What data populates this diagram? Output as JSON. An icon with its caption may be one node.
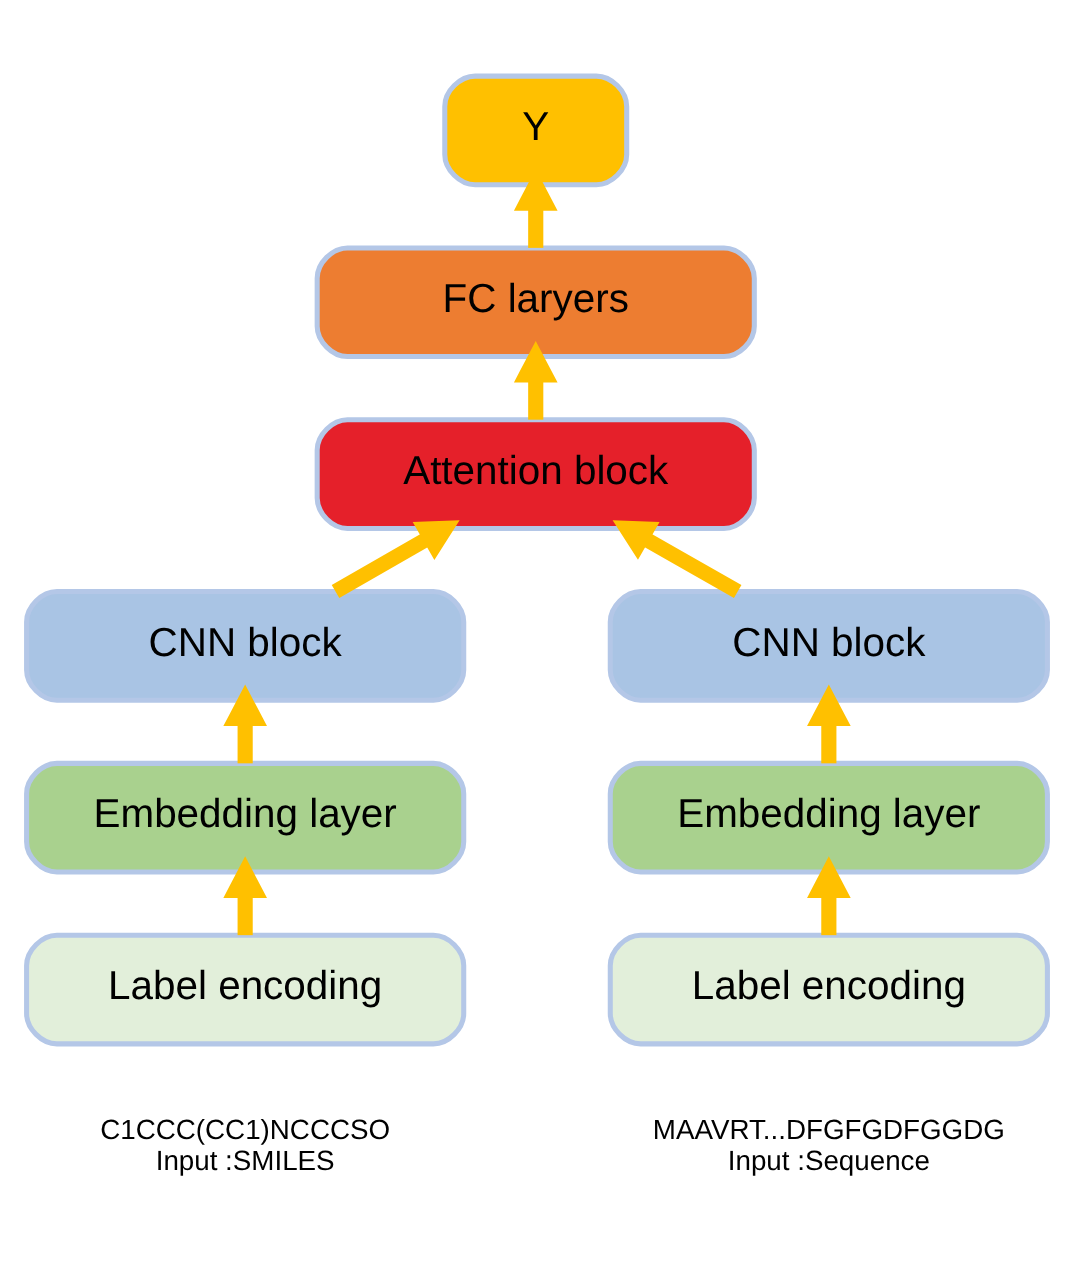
{
  "diagram": {
    "nodes": [
      {
        "text": [
          "Y"
        ]
      },
      {
        "text": [
          "FC laryers"
        ]
      },
      {
        "text": [
          "Attention block"
        ]
      },
      {
        "text": [
          "CNN block"
        ]
      },
      {
        "text": [
          "CNN block"
        ]
      },
      {
        "text": [
          "Embedding layer"
        ]
      },
      {
        "text": [
          "Embedding layer"
        ]
      },
      {
        "text": [
          "Label encoding"
        ],
        "beside": [
          "C1CCC(CC1)NCCCSO",
          "Input :SMILES"
        ]
      },
      {
        "text": [
          "Label encoding"
        ],
        "beside": [
          "MAAVRT...DFGFGDFGGDG",
          "Input :Sequence"
        ]
      }
    ],
    "edges": [
      {
        "from": 7,
        "to": 5,
        "arrow": "to"
      },
      {
        "from": 5,
        "to": 3,
        "arrow": "to"
      },
      {
        "from": 3,
        "to": 2,
        "arrow": "to"
      },
      {
        "from": 8,
        "to": 6,
        "arrow": "to"
      },
      {
        "from": 6,
        "to": 4,
        "arrow": "to"
      },
      {
        "from": 4,
        "to": 2,
        "arrow": "to"
      },
      {
        "from": 2,
        "to": 1,
        "arrow": "to"
      },
      {
        "from": 1,
        "to": 0,
        "arrow": "to"
      }
    ]
  }
}
